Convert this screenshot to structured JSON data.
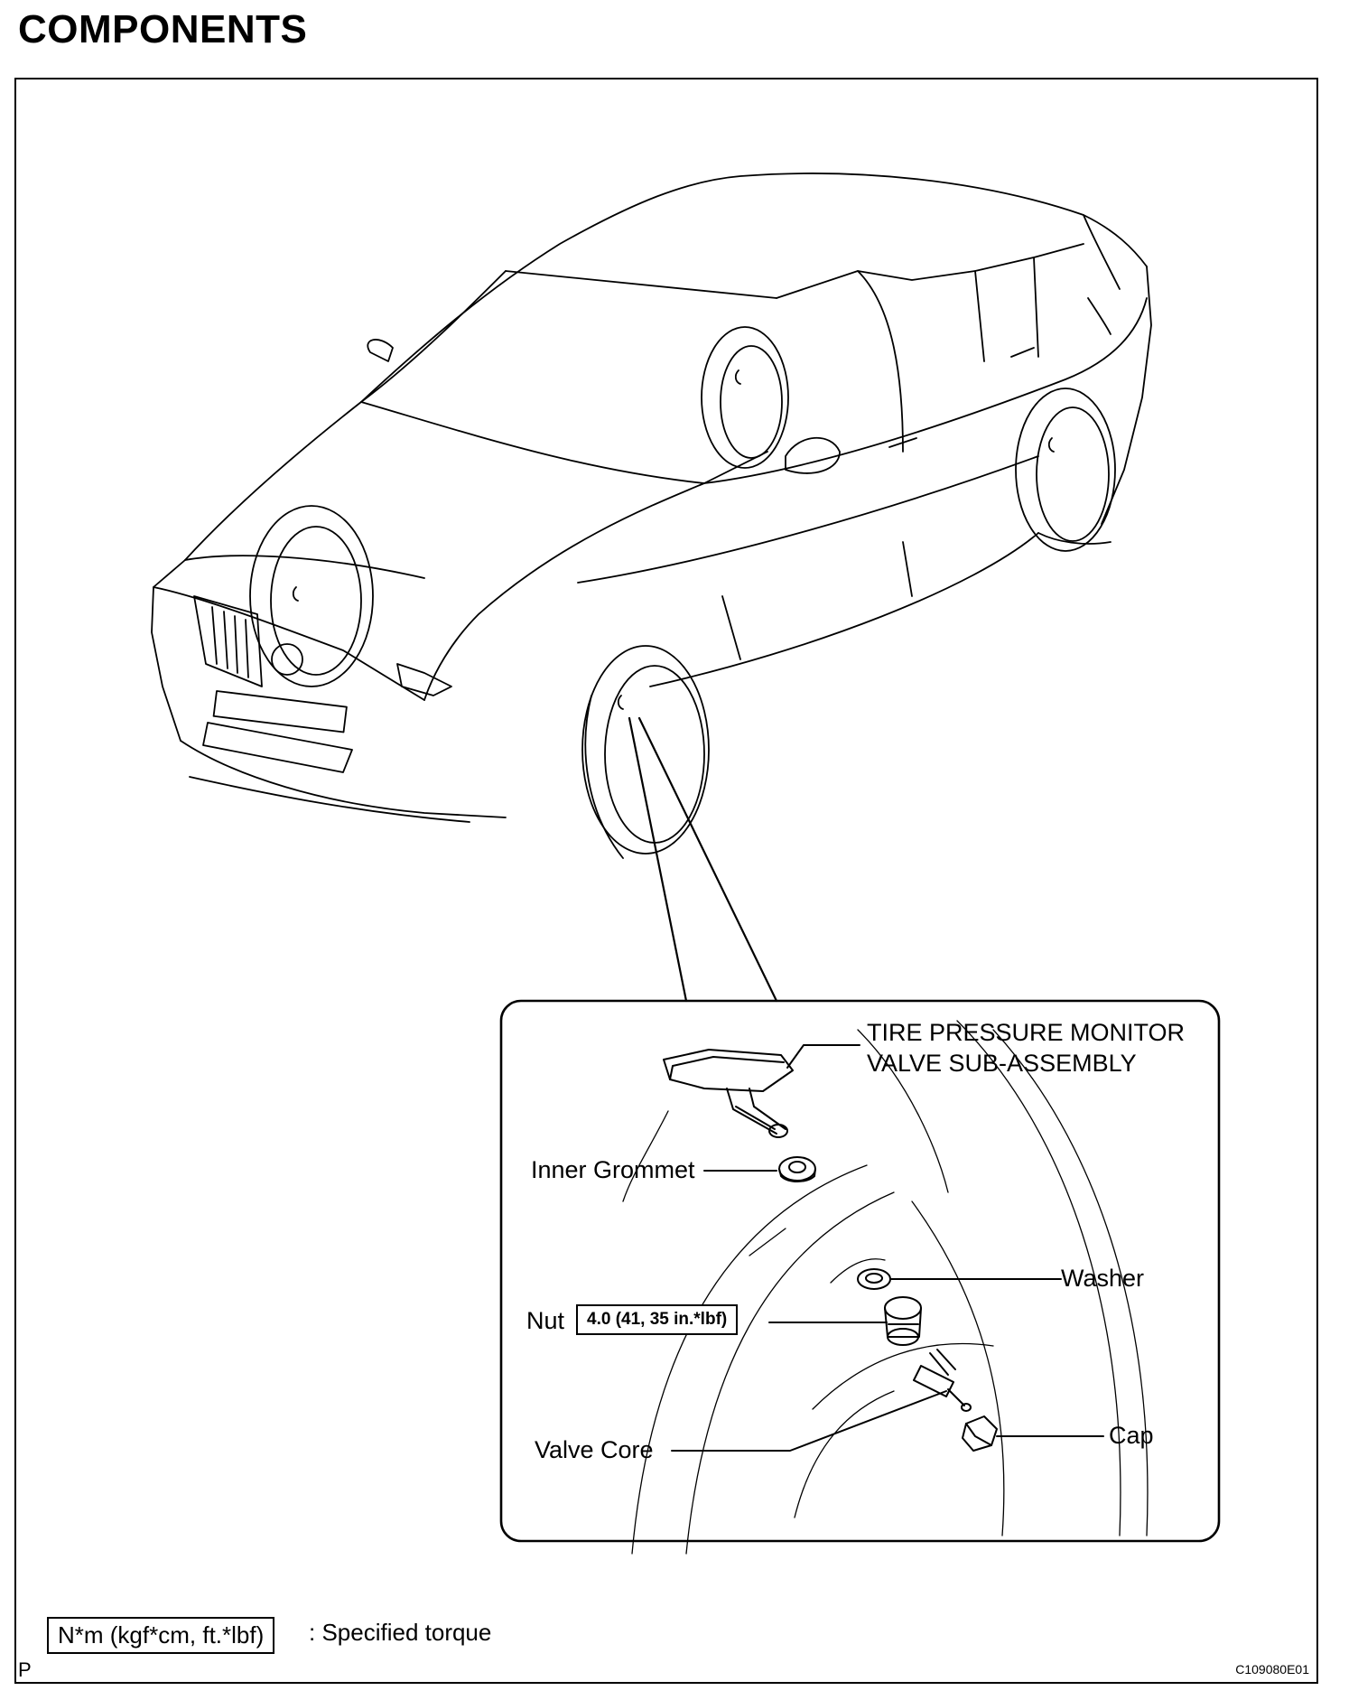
{
  "page": {
    "title": "COMPONENTS",
    "corner_mark": "P",
    "figure_code": "C109080E01"
  },
  "callouts": {
    "tpms_line1": "TIRE PRESSURE MONITOR",
    "tpms_line2": "VALVE SUB-ASSEMBLY",
    "inner_grommet": "Inner Grommet",
    "washer": "Washer",
    "nut": "Nut",
    "nut_torque": "4.0 (41, 35 in.*lbf)",
    "cap": "Cap",
    "valve_core": "Valve Core"
  },
  "legend": {
    "box_text": "N*m (kgf*cm, ft.*lbf)",
    "description": ": Specified torque"
  },
  "icons": [
    "car-illustration",
    "tire-pressure-sensor-icon",
    "grommet-icon",
    "washer-icon",
    "nut-icon",
    "valve-core-icon",
    "cap-icon"
  ]
}
